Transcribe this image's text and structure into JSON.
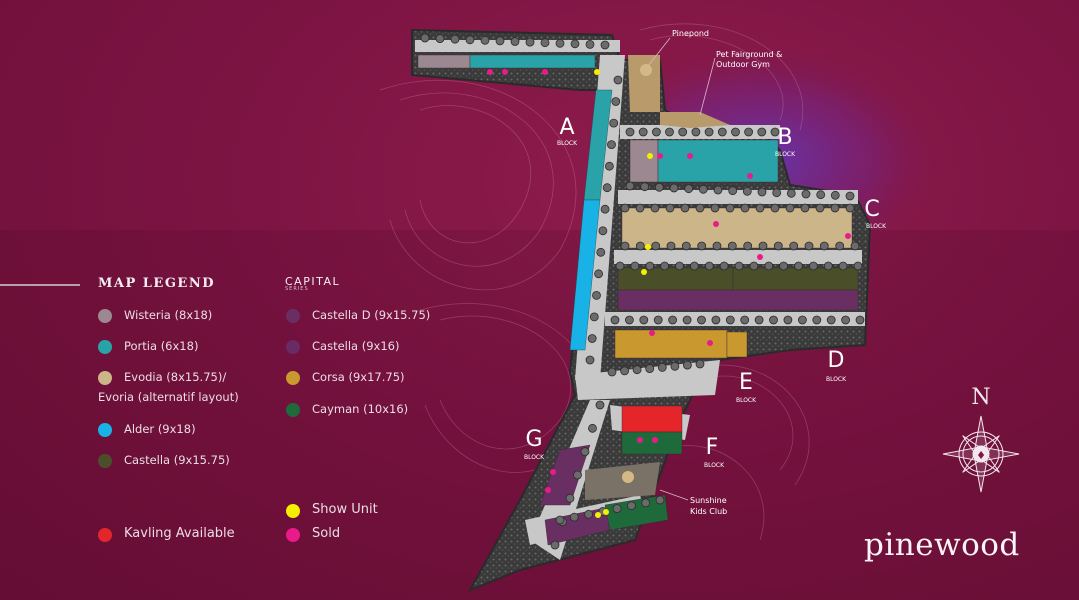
{
  "map": {
    "blocks": [
      {
        "id": "A",
        "label": "A",
        "sub": "BLOCK"
      },
      {
        "id": "B",
        "label": "B",
        "sub": "BLOCK"
      },
      {
        "id": "C",
        "label": "C",
        "sub": "BLOCK"
      },
      {
        "id": "D",
        "label": "D",
        "sub": "BLOCK"
      },
      {
        "id": "E",
        "label": "E",
        "sub": "BLOCK"
      },
      {
        "id": "F",
        "label": "F",
        "sub": "BLOCK"
      },
      {
        "id": "G",
        "label": "G",
        "sub": "BLOCK"
      }
    ],
    "amenities": {
      "pinepond": "Pinepond",
      "fairground_1": "Pet Fairground &",
      "fairground_2": "Outdoor Gym",
      "kids_1": "Sunshine",
      "kids_2": "Kids Club"
    }
  },
  "legend": {
    "title": "MAP LEGEND",
    "capital_title": "CAPITAL",
    "capital_sub": "SERIES",
    "items": [
      {
        "label": "Wisteria (8x18)",
        "color": "#9c8890"
      },
      {
        "label": "Portia (6x18)",
        "color": "#2aa3a8"
      },
      {
        "label": "Evodia (8x15.75)/",
        "label2": "Evoria (alternatif layout)",
        "color": "#cdb58a"
      },
      {
        "label": "Alder (9x18)",
        "color": "#19b2e6"
      },
      {
        "label": "Castella  (9x15.75)",
        "color": "#4a4f2a"
      },
      {
        "label": "Castella D (9x15.75)",
        "color": "#6a2f62"
      },
      {
        "label": "Castella (9x16)",
        "color": "#6a2a63"
      },
      {
        "label": "Corsa (9x17.75)",
        "color": "#c9992f"
      },
      {
        "label": "Cayman (10x16)",
        "color": "#1f6a3a"
      }
    ],
    "status": [
      {
        "label": "Show Unit",
        "color": "#f5f000"
      },
      {
        "label": "Sold",
        "color": "#ea1a8b"
      },
      {
        "label": "Kavling Available",
        "color": "#e4262b"
      }
    ]
  },
  "compass": {
    "north": "N"
  },
  "brand": "pinewood",
  "colors": {
    "background": "#7d1443",
    "road": "#c8c8c8",
    "tree": "#5a5a5a"
  }
}
